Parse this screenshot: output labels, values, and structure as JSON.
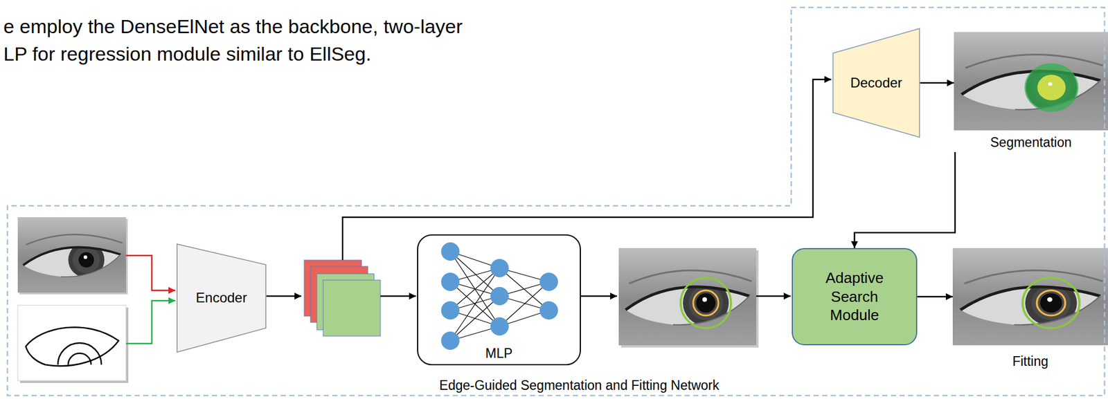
{
  "diagram": {
    "nodes": [
      {
        "text": [
          "Edge-Guided Segmentation and Fitting Network"
        ]
      },
      {
        "text": [
          "Encoder"
        ],
        "in": 0
      },
      {
        "text": [
          "MLP"
        ],
        "in": 0
      },
      {
        "text": [
          "Decoder"
        ],
        "in": 0
      },
      {
        "text": [
          "Segmentation"
        ],
        "in": 0
      },
      {
        "text": [
          "Adaptive Search Module"
        ],
        "in": 0
      },
      {
        "text": [
          "Fitting"
        ],
        "in": 0
      }
    ],
    "edges": [
      {
        "from": 3,
        "to": 4,
        "arrow": "to"
      },
      {
        "from": 4,
        "to": 5,
        "arrow": "to"
      },
      {
        "from": 5,
        "to": 6,
        "arrow": "to"
      }
    ],
    "labels": [
      "e employ the DenseElNet as the backbone, two-layer",
      "LP for regression module similar to EllSeg."
    ]
  }
}
